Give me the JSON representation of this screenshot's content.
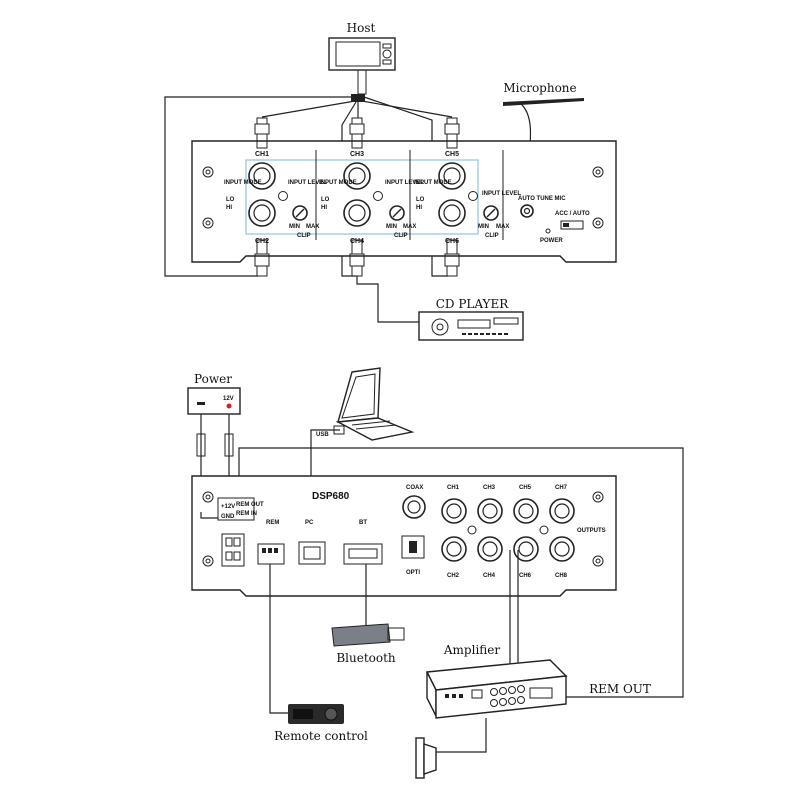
{
  "top_diagram": {
    "host_label": "Host",
    "microphone_label": "Microphone",
    "cd_player_label": "CD PLAYER",
    "channels": [
      "CH1",
      "CH2",
      "CH3",
      "CH4",
      "CH5",
      "CH6"
    ],
    "input_mode": "INPUT MODE",
    "input_mode_lo": "LO",
    "input_mode_hi": "HI",
    "input_level": "INPUT LEVEL",
    "min": "MIN",
    "max": "MAX",
    "clip": "CLIP",
    "auto_tune_mic": "AUTO TUNE MIC",
    "acc_auto": "ACC / AUTO",
    "power": "POWER"
  },
  "bottom_diagram": {
    "power_label": "Power",
    "voltage": "12V",
    "laptop_plug": "USB",
    "model": "DSP680",
    "terminals": {
      "plus12v": "+12V",
      "gnd": "GND",
      "rem_out": "REM OUT",
      "rem_in": "REM IN"
    },
    "rem": "REM",
    "pc": "PC",
    "bt": "BT",
    "coax": "COAX",
    "opti": "OPTI",
    "outputs": "OUTPUTS",
    "channels": [
      "CH1",
      "CH2",
      "CH3",
      "CH4",
      "CH5",
      "CH6",
      "CH7",
      "CH8"
    ],
    "bluetooth_label": "Bluetooth",
    "amplifier_label": "Amplifier",
    "rem_out_label": "REM OUT",
    "remote_control_label": "Remote control"
  }
}
